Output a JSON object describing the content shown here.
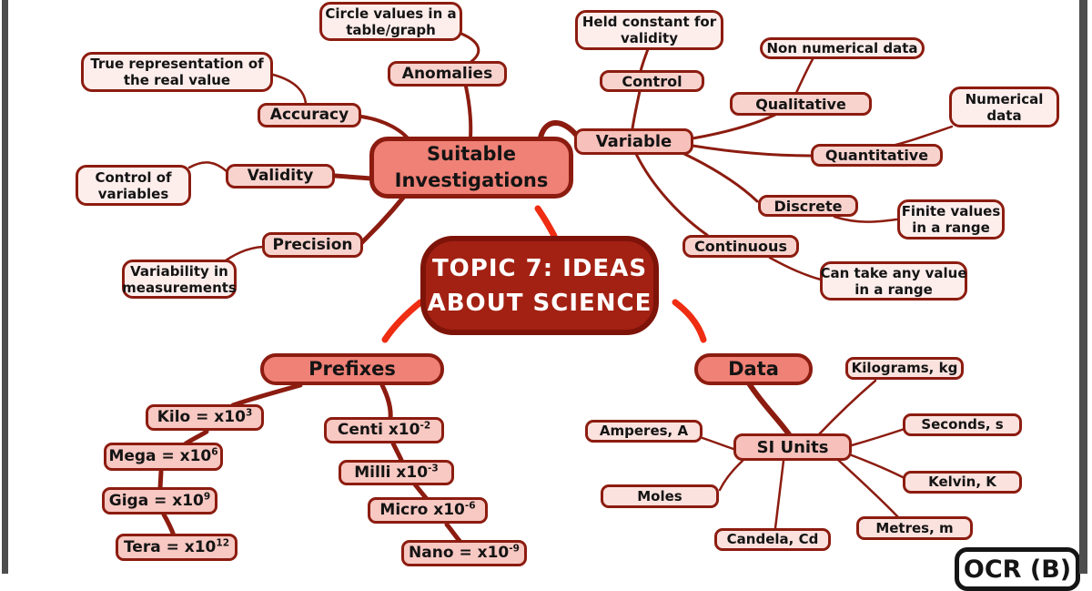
{
  "colors": {
    "ink": "#8c1c10",
    "arrow": "#ee2d12",
    "central_fill": "#a32113",
    "central_border": "#7e1409",
    "branch_fill": "#f08176",
    "mid_fill": "#f7c0ba",
    "tier2_fill": "#f8d3ce",
    "chain_fill": "#f8c8c2",
    "unit_fill": "#fbe2de",
    "leaf_fill": "#fdeeec",
    "edge_bar": "#4d4d4d"
  },
  "nodes": {
    "central": {
      "line1": "TOPIC 7: IDEAS",
      "line2": "ABOUT SCIENCE"
    },
    "suitable": {
      "line1": "Suitable",
      "line2": "Investigations"
    },
    "anomalies": {
      "label": "Anomalies"
    },
    "circle_values": {
      "line1": "Circle values in a",
      "line2": "table/graph"
    },
    "accuracy": {
      "label": "Accuracy"
    },
    "true_representation": {
      "line1": "True representation of",
      "line2": "the real value"
    },
    "validity": {
      "label": "Validity"
    },
    "control_of_variables": {
      "line1": "Control of",
      "line2": "variables"
    },
    "precision": {
      "label": "Precision"
    },
    "variability": {
      "line1": "Variability in",
      "line2": "measurements"
    },
    "variable": {
      "label": "Variable"
    },
    "control": {
      "label": "Control"
    },
    "held_constant": {
      "line1": "Held constant for",
      "line2": "validity"
    },
    "qualitative": {
      "label": "Qualitative"
    },
    "non_numerical": {
      "label": "Non numerical data"
    },
    "quantitative": {
      "label": "Quantitative"
    },
    "numerical_data": {
      "line1": "Numerical",
      "line2": "data"
    },
    "discrete": {
      "label": "Discrete"
    },
    "finite_values": {
      "line1": "Finite values",
      "line2": "in a range"
    },
    "continuous": {
      "label": "Continuous"
    },
    "any_value": {
      "line1": "Can take any value",
      "line2": "in a range"
    },
    "prefixes": {
      "label": "Prefixes"
    },
    "kilo": {
      "base": "Kilo = x10",
      "sup": "3"
    },
    "mega": {
      "base": "Mega = x10",
      "sup": "6"
    },
    "giga": {
      "base": "Giga = x10",
      "sup": "9"
    },
    "tera": {
      "base": "Tera = x10",
      "sup": "12"
    },
    "centi": {
      "base": "Centi x10",
      "sup": "-2"
    },
    "milli": {
      "base": "Milli x10",
      "sup": "-3"
    },
    "micro": {
      "base": "Micro x10",
      "sup": "-6"
    },
    "nano": {
      "base": "Nano = x10",
      "sup": "-9"
    },
    "data_branch": {
      "label": "Data"
    },
    "si_units": {
      "label": "SI Units"
    },
    "kilograms": {
      "label": "Kilograms, kg"
    },
    "seconds": {
      "label": "Seconds, s"
    },
    "kelvin": {
      "label": "Kelvin, K"
    },
    "metres": {
      "label": "Metres, m"
    },
    "candela": {
      "label": "Candela, Cd"
    },
    "moles": {
      "label": "Moles"
    },
    "amperes": {
      "label": "Amperes, A"
    },
    "ocr_logo": {
      "label": "OCR (B)"
    }
  }
}
